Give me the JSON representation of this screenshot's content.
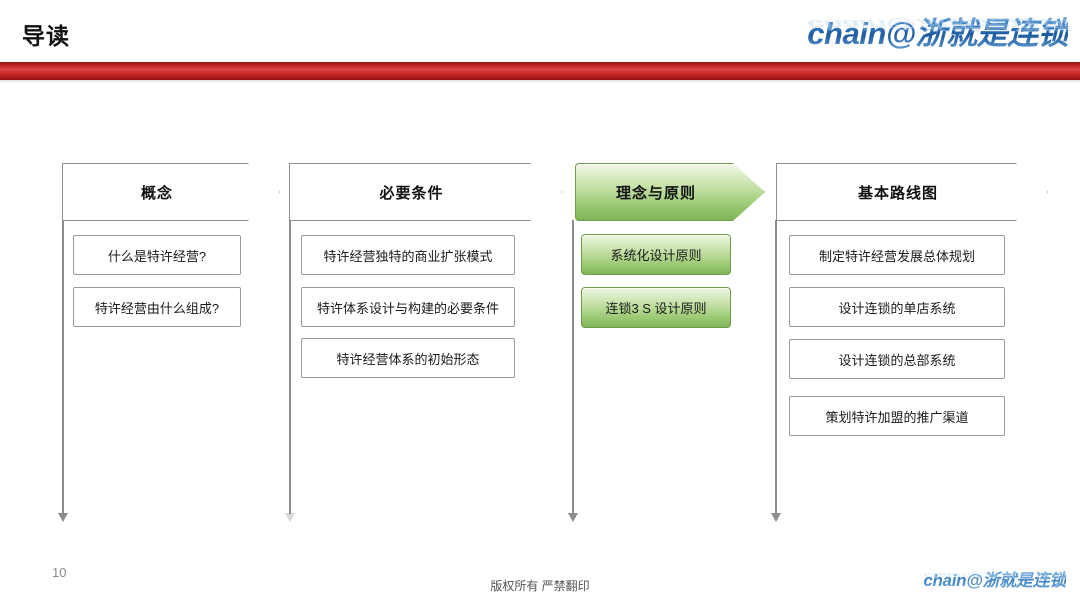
{
  "header": {
    "title": "导读",
    "logo": "chain@浙就是连锁",
    "accent_color": "#c22222"
  },
  "footer": {
    "page_number": "10",
    "copyright": "版权所有  严禁翻印",
    "logo": "chain@浙就是连锁"
  },
  "flow": {
    "columns": [
      {
        "header": "概念",
        "highlighted": false,
        "items": [
          "什么是特许经营?",
          "特许经营由什么组成?"
        ]
      },
      {
        "header": "必要条件",
        "highlighted": false,
        "items": [
          "特许经营独特的商业扩张模式",
          "特许体系设计与构建的必要条件",
          "特许经营体系的初始形态"
        ]
      },
      {
        "header": "理念与原则",
        "highlighted": true,
        "highlight_color": "#9ccb76",
        "items": [
          "系统化设计原则",
          "连锁3 S 设计原则"
        ]
      },
      {
        "header": "基本路线图",
        "highlighted": false,
        "items": [
          "制定特许经营发展总体规划",
          "设计连锁的单店系统",
          "设计连锁的总部系统",
          "策划特许加盟的推广渠道"
        ]
      }
    ]
  }
}
